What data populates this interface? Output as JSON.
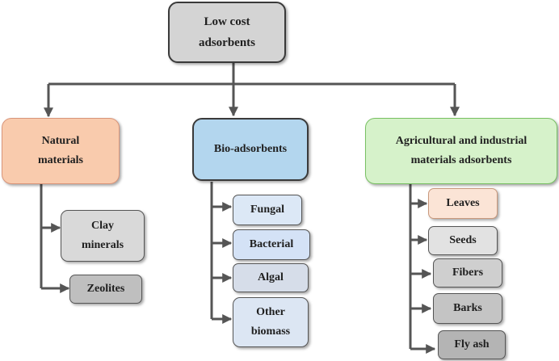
{
  "root": {
    "line1": "Low cost",
    "line2": "adsorbents"
  },
  "categories": [
    {
      "line1": "Natural",
      "line2": "materials",
      "items": [
        {
          "line1": "Clay",
          "line2": "minerals"
        },
        {
          "line1": "Zeolites"
        }
      ]
    },
    {
      "line1": "Bio-adsorbents",
      "items": [
        {
          "line1": "Fungal"
        },
        {
          "line1": "Bacterial"
        },
        {
          "line1": "Algal"
        },
        {
          "line1": "Other",
          "line2": "biomass"
        }
      ]
    },
    {
      "line1": "Agricultural  and industrial",
      "line2": "materials adsorbents",
      "items": [
        {
          "line1": "Leaves"
        },
        {
          "line1": "Seeds"
        },
        {
          "line1": "Fibers"
        },
        {
          "line1": "Barks"
        },
        {
          "line1": "Fly ash"
        }
      ]
    }
  ],
  "colors": {
    "root": "#d4d4d4",
    "natural": "#f9cbad",
    "bio": "#b3d6ee",
    "agri": "#d6f2ca",
    "clay": "#d9d9d9",
    "zeolites": "#bfbfbf",
    "bio_items": [
      "#dce8f6",
      "#d4e2f6",
      "#d6dde9",
      "#dce6f3"
    ],
    "leaves": "#fbe4d6",
    "agri_items": [
      "#e2e2e2",
      "#cfcfcf",
      "#c4c4c4",
      "#b4b4b4"
    ]
  }
}
